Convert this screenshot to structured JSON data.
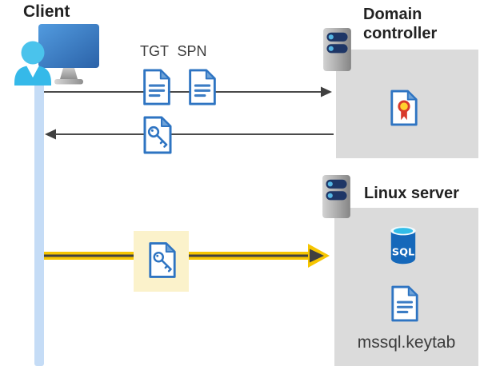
{
  "labels": {
    "client": "Client",
    "tgt": "TGT",
    "spn": "SPN",
    "domain_controller": "Domain controller",
    "linux_server": "Linux server",
    "sql": "SQL",
    "keytab": "mssql.keytab"
  },
  "icons": {
    "client": "monitor-with-user-icon",
    "domain_controller": "server-icon",
    "linux_server": "server-icon",
    "tgt": "document-icon",
    "spn": "document-icon",
    "ticket_key": "key-document-icon",
    "highlighted_key": "key-document-icon",
    "certificate": "certificate-document-icon",
    "sql_database": "sql-database-icon",
    "keytab_file": "document-icon"
  },
  "flows": {
    "request": "client-to-domain-controller",
    "response": "domain-controller-to-client",
    "auth_highlighted": "client-to-linux-server"
  },
  "colors": {
    "highlight_yellow": "#F6C500",
    "highlight_box_bg": "#FBF2CB",
    "doc_blue": "#2E74C2",
    "server_bar_navy": "#1E3666",
    "group_box_gray": "#DBDBDB",
    "timeline_blue": "#C5DCF6",
    "arrow_gray": "#4A4A4A",
    "sql_body_blue": "#1568BA",
    "sql_top_cyan": "#32BDE8",
    "certificate_red": "#D8392B",
    "certificate_gold": "#FFD02E",
    "user_cyan": "#35B9E9"
  }
}
